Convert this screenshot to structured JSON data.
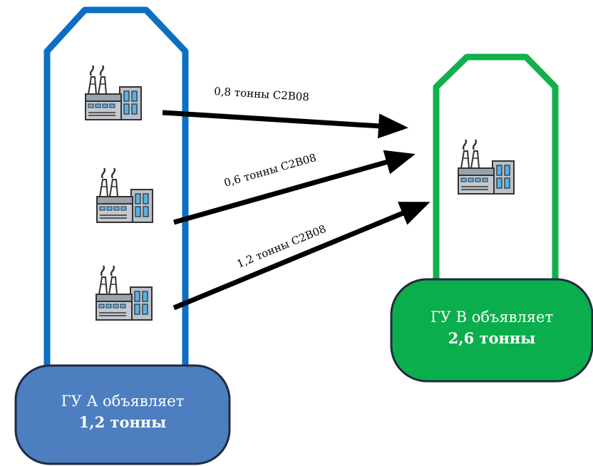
{
  "region_a": {
    "declare_line": "ГУ А объявляет",
    "amount_line": "1,2  тонны",
    "color": "#0b6fc4",
    "bubble_color": "#4c7ec0"
  },
  "region_b": {
    "declare_line": "ГУ В объявляет",
    "amount_line": "2,6 тонны",
    "color": "#10b04a",
    "bubble_color": "#0bae4c"
  },
  "transfers": [
    {
      "label": "0,8 тонны C2B08"
    },
    {
      "label": "0,6 тонны C2B08"
    },
    {
      "label": "1,2 тонны C2B08"
    }
  ],
  "icons": [
    "factory-icon",
    "factory-icon",
    "factory-icon",
    "factory-icon"
  ]
}
